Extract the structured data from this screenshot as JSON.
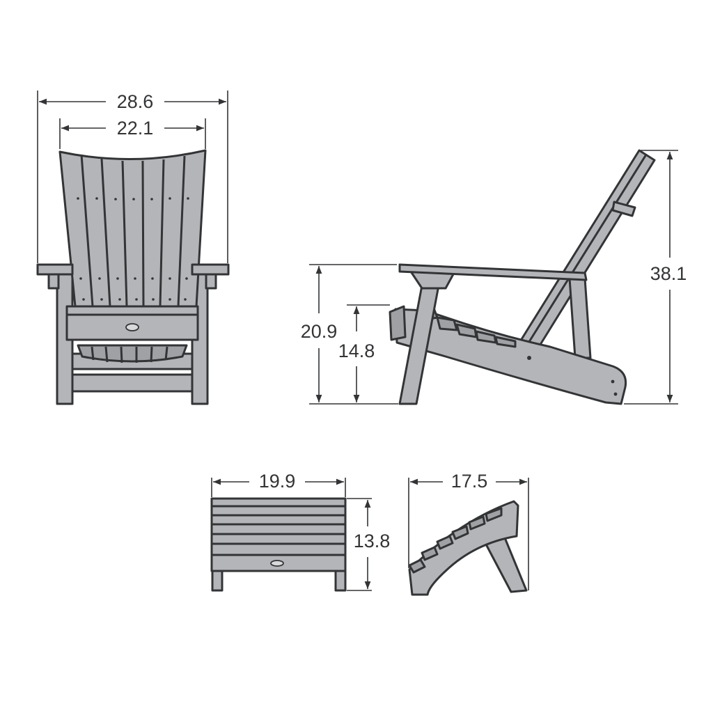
{
  "dimensions": {
    "chair_overall_width": "28.6",
    "chair_back_width": "22.1",
    "chair_arm_height": "20.9",
    "chair_seat_height": "14.8",
    "chair_overall_height": "38.1",
    "ottoman_width": "19.9",
    "ottoman_height": "13.8",
    "ottoman_depth": "17.5"
  },
  "colors": {
    "wood": "#b3b5b8",
    "outline": "#333436",
    "background": "#ffffff"
  }
}
